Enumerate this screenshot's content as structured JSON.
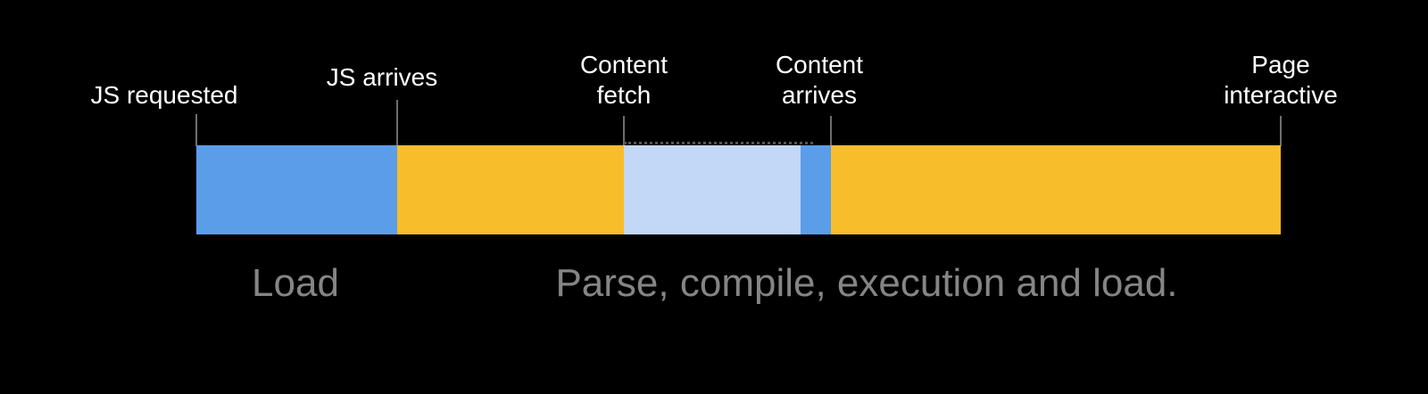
{
  "colors": {
    "background": "#000000",
    "bar-blue": "#5C9DEA",
    "bar-yellow": "#F8BD2A",
    "bar-light-blue": "#C3D8F6",
    "label-white": "#FFFFFF",
    "phase-gray": "#858585",
    "tick-gray": "#6E6E6E",
    "dotted-gray": "#555555"
  },
  "milestones": [
    {
      "id": "js-requested",
      "line1": "JS requested"
    },
    {
      "id": "js-arrives",
      "line1": "JS arrives"
    },
    {
      "id": "content-fetch",
      "line1": "Content",
      "line2": "fetch"
    },
    {
      "id": "content-arrives",
      "line1": "Content",
      "line2": "arrives"
    },
    {
      "id": "page-interactive",
      "line1": "Page",
      "line2": "interactive"
    }
  ],
  "segments": [
    {
      "id": "js-download",
      "from": "JS requested",
      "to": "JS arrives",
      "color": "bar-blue"
    },
    {
      "id": "parse-compile",
      "from": "JS arrives",
      "to": "Content fetch",
      "color": "bar-yellow"
    },
    {
      "id": "content-fetch-wait",
      "from": "Content fetch",
      "to": "Content arrives",
      "color": "bar-light-blue"
    },
    {
      "id": "content-arrival",
      "from": "Content arrives",
      "to": "",
      "color": "bar-blue"
    },
    {
      "id": "execution-load",
      "from": "",
      "to": "Page interactive",
      "color": "bar-yellow"
    }
  ],
  "phases": [
    {
      "label": "Load"
    },
    {
      "label": "Parse, compile, execution and load."
    }
  ]
}
